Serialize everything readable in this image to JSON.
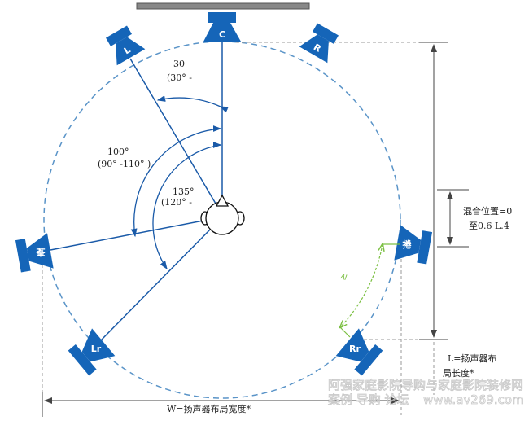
{
  "speakers": {
    "center": "C",
    "left": "L",
    "right": "R",
    "left_surround": "莑",
    "right_surround": "捲",
    "left_rear": "Lr",
    "right_rear": "Rr"
  },
  "angles": {
    "front_value": "30",
    "front_range": "(30° -",
    "side_value": "100°",
    "side_range": "(90° -110° )",
    "rear_value": "135°",
    "rear_range": "(120° -"
  },
  "dimensions": {
    "mix_position_line1": "混合位置=0",
    "mix_position_line2": "至0.6 L.4",
    "length_line1": "L=扬声器布",
    "length_line2": "局长度*",
    "width": "W=扬声器布局宽度*",
    "min_spacing": "≥"
  },
  "watermark": {
    "line1": "阿强家庭影院导购与家庭影院装修网",
    "line2": "案例 导购 论坛",
    "url": "www.av269.com"
  },
  "colors": {
    "speaker": "#1565b8",
    "line": "#1a5aa8",
    "circle": "#5a94c8",
    "green": "#7cc043",
    "dim": "#444444"
  }
}
